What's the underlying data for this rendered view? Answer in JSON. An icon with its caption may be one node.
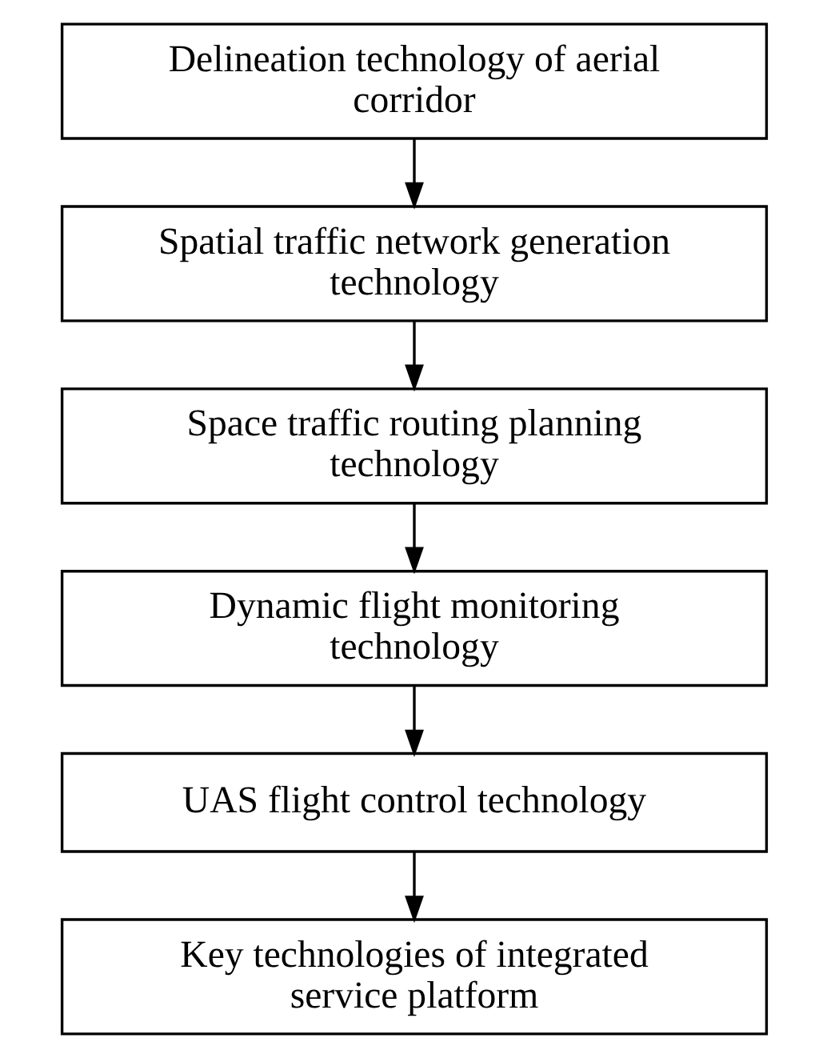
{
  "diagram": {
    "nodes": [
      {
        "text": [
          "Delineation technology of aerial corridor"
        ]
      },
      {
        "text": [
          "Spatial traffic network generation technology"
        ]
      },
      {
        "text": [
          "Space traffic routing planning technology"
        ]
      },
      {
        "text": [
          "Dynamic flight monitoring technology"
        ]
      },
      {
        "text": [
          "UAS flight control technology"
        ]
      },
      {
        "text": [
          "Key technologies of integrated service platform"
        ]
      }
    ],
    "edges": [
      {
        "from": 0,
        "to": 1,
        "arrow": "to"
      },
      {
        "from": 1,
        "to": 2,
        "arrow": "to"
      },
      {
        "from": 2,
        "to": 3,
        "arrow": "to"
      },
      {
        "from": 3,
        "to": 4,
        "arrow": "to"
      },
      {
        "from": 4,
        "to": 5,
        "arrow": "to"
      }
    ]
  }
}
